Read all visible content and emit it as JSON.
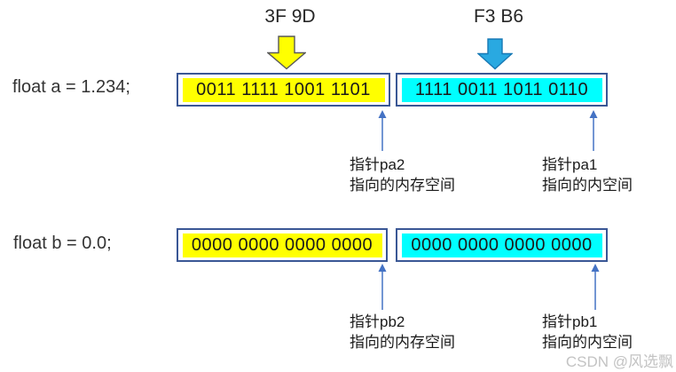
{
  "colors": {
    "highlight_yellow": "#FFFF00",
    "highlight_cyan": "#00FFFF",
    "box_border_blue": "#3A5795",
    "thin_arrow_blue": "#4472C4",
    "block_arrow_yellow": "#FFFF00",
    "block_arrow_blue": "#29A9E1"
  },
  "rows": [
    {
      "var_label": "float a = 1.234;",
      "hex_left": "3F 9D",
      "hex_right": "F3 B6",
      "left_bits": "0011 1111 1001 1101",
      "right_bits": "1111 0011 1011 0110",
      "left_pointer": {
        "line1": "指针pa2",
        "line2": "指向的内存空间"
      },
      "right_pointer": {
        "line1": "指针pa1",
        "line2": "指向的内空间"
      }
    },
    {
      "var_label": "float b = 0.0;",
      "left_bits": "0000 0000 0000 0000",
      "right_bits": "0000 0000 0000 0000",
      "left_pointer": {
        "line1": "指针pb2",
        "line2": "指向的内存空间"
      },
      "right_pointer": {
        "line1": "指针pb1",
        "line2": "指向的内空间"
      }
    }
  ],
  "watermark": "CSDN @风选飘"
}
